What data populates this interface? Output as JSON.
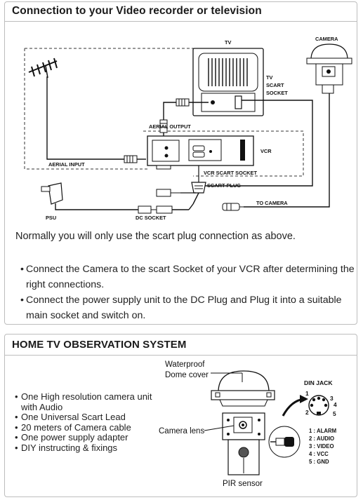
{
  "section1": {
    "title": "Connection to your Video recorder or television",
    "diagram_labels": {
      "tv": "TV",
      "camera": "CAMERA",
      "tv_scart_socket": [
        "TV",
        "SCART",
        "SOCKET"
      ],
      "aerial_output": "AERIAL OUTPUT",
      "vcr": "VCR",
      "aerial_input": "AERIAL INPUT",
      "vcr_scart_socket": "VCR SCART SOCKET",
      "scart_plug": "SCART PLUG",
      "to_camera": "TO CAMERA",
      "psu": "PSU",
      "dc_socket": "DC SOCKET"
    },
    "intro": "Normally you will only use the scart plug connection as above.",
    "bullets": [
      "Connect the Camera to the scart Socket of your VCR after determining the right connections.",
      "Connect the power supply unit to the DC Plug and Plug it into a suitable main socket and switch on."
    ]
  },
  "section2": {
    "title": "HOME TV OBSERVATION SYSTEM",
    "features": [
      "One High resolution camera unit with Audio",
      "One Universal Scart Lead",
      "20 meters of Camera cable",
      "One power supply adapter",
      "DIY instructing & fixings"
    ],
    "diagram_labels": {
      "dome": [
        "Waterproof",
        "Dome cover"
      ],
      "lens": "Camera lens",
      "pir": "PIR sensor",
      "din_jack": "DIN JACK",
      "pins": [
        "1",
        "2",
        "3",
        "4",
        "5"
      ],
      "pin_legend": [
        "1 : ALARM",
        "2 : AUDIO",
        "3 : VIDEO",
        "4 : VCC",
        "5 : GND"
      ]
    }
  }
}
